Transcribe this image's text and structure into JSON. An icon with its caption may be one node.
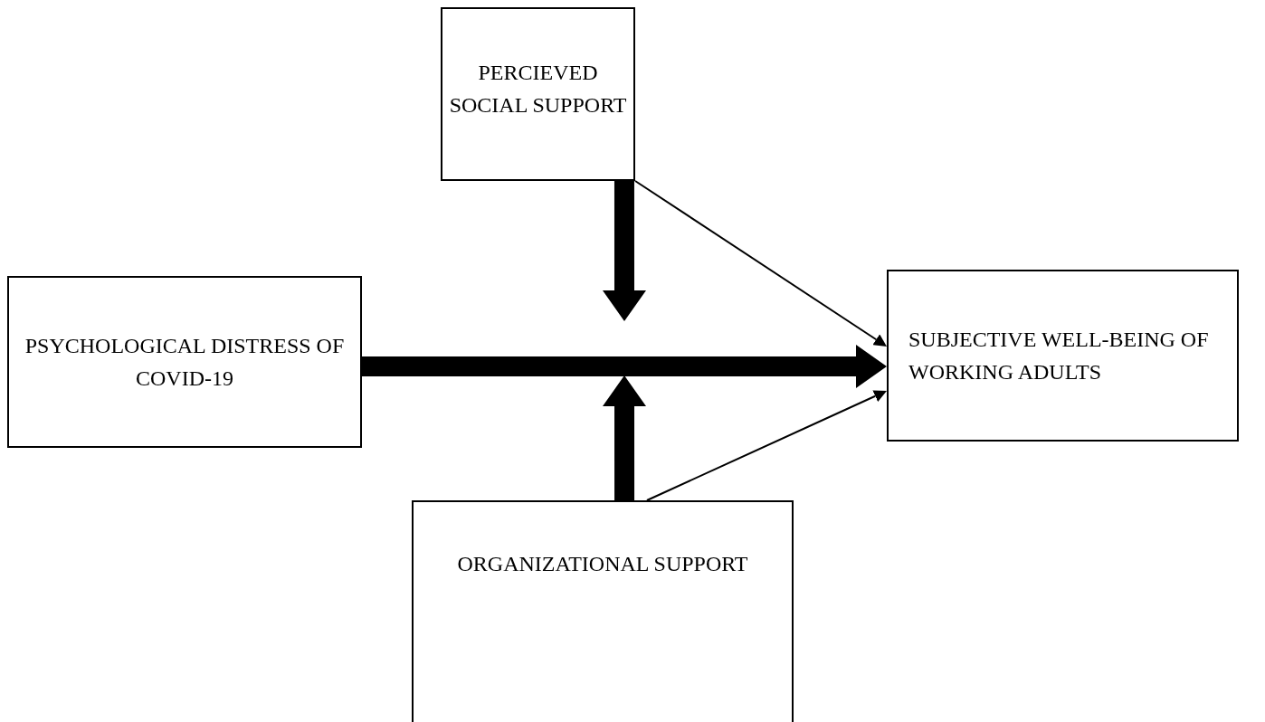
{
  "diagram": {
    "nodes": [
      {
        "text": [
          "PERCIEVED SOCIAL SUPPORT"
        ]
      },
      {
        "text": [
          "PSYCHOLOGICAL DISTRESS OF COVID-19"
        ]
      },
      {
        "text": [
          "SUBJECTIVE WELL-BEING OF WORKING ADULTS"
        ]
      },
      {
        "text": [
          "ORGANIZATIONAL SUPPORT"
        ]
      }
    ],
    "edges": [
      {
        "from": 1,
        "to": 2,
        "arrow": "to",
        "style": "thick"
      },
      {
        "from": 0,
        "to": null,
        "arrow": "to",
        "style": "thick"
      },
      {
        "from": 3,
        "to": null,
        "arrow": "to",
        "style": "thick"
      },
      {
        "from": 0,
        "to": 2,
        "arrow": "to"
      },
      {
        "from": 3,
        "to": 2,
        "arrow": "to"
      }
    ]
  }
}
